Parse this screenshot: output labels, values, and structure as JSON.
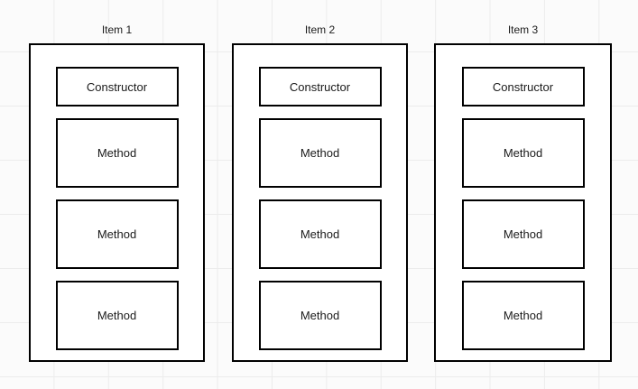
{
  "canvas": {
    "background_color": "#fbfbfb",
    "grid_line_color": "#ececec",
    "shape_border_color": "#000000",
    "shape_fill_color": "#ffffff",
    "text_color": "#1a1a1a"
  },
  "columns": [
    {
      "title": "Item 1",
      "boxes": [
        "Constructor",
        "Method",
        "Method",
        "Method"
      ]
    },
    {
      "title": "Item 2",
      "boxes": [
        "Constructor",
        "Method",
        "Method",
        "Method"
      ]
    },
    {
      "title": "Item 3",
      "boxes": [
        "Constructor",
        "Method",
        "Method",
        "Method"
      ]
    }
  ]
}
